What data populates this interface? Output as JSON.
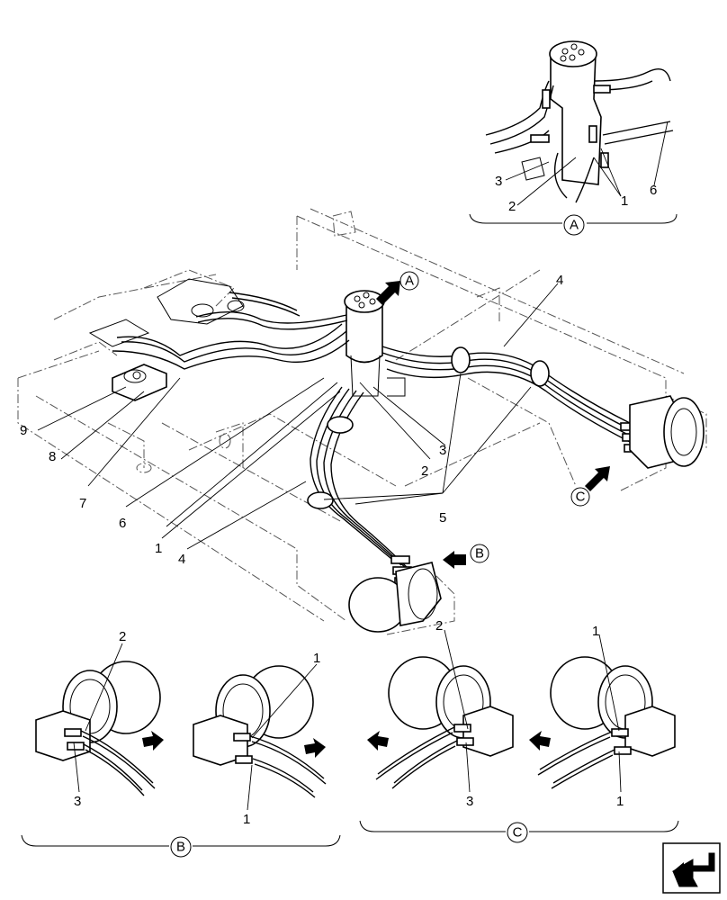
{
  "callouts": {
    "view_a": "A",
    "view_b": "B",
    "view_c": "C"
  },
  "labels": {
    "n1": "1",
    "n2": "2",
    "n3": "3",
    "n4": "4",
    "n5": "5",
    "n6": "6",
    "n7": "7",
    "n8": "8",
    "n9": "9"
  },
  "icons": {
    "nav": "page-turn-arrow-icon"
  }
}
